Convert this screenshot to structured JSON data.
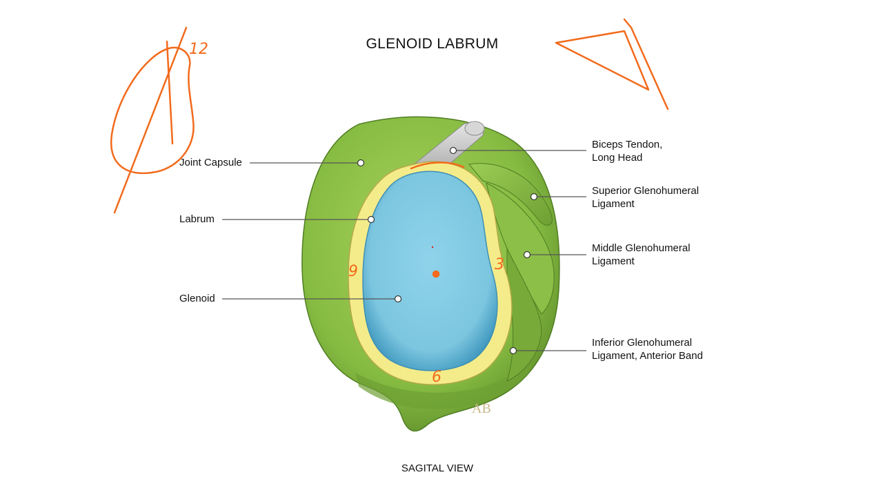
{
  "title": "GLENOID LABRUM",
  "caption": "SAGITAL VIEW",
  "artist_signature": "AB",
  "labels": {
    "joint_capsule": "Joint Capsule",
    "labrum": "Labrum",
    "glenoid": "Glenoid",
    "biceps_line1": "Biceps Tendon,",
    "biceps_line2": "Long Head",
    "sgl_line1": "Superior Glenohumeral",
    "sgl_line2": "Ligament",
    "mgl_line1": "Middle Glenohumeral",
    "mgl_line2": "Ligament",
    "igl_line1": "Inferior Glenohumeral",
    "igl_line2": "Ligament, Anterior Band"
  },
  "annotations": {
    "clock_12": "12",
    "clock_3": "3",
    "clock_6": "6",
    "clock_9": "9"
  },
  "colors": {
    "capsule_green": "#8fc24a",
    "capsule_dark": "#5d8f2a",
    "labrum_yellow": "#f4ec8a",
    "glenoid_blue": "#7fc8e2",
    "glenoid_dark": "#4aa3c8",
    "tendon_gray": "#c8c8c8",
    "ink_orange": "#f26a1b",
    "leader_gray": "#555555"
  }
}
